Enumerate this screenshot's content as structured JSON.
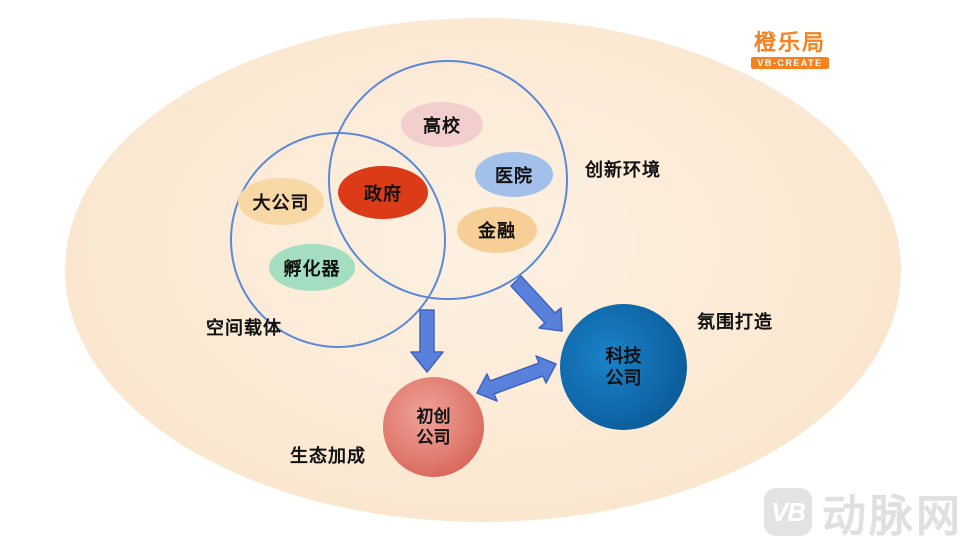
{
  "logo": {
    "brand": "橙乐局",
    "sub": "VB-CREATE"
  },
  "watermark": {
    "badge": "VB",
    "name": "动脉网"
  },
  "diagram": {
    "region_labels": {
      "innovation": "创新环境",
      "space": "空间载体",
      "atmosphere": "氛围打造",
      "ecosystem": "生态加成"
    },
    "nodes": {
      "university": {
        "label": "高校",
        "color": "#F2CECC"
      },
      "hospital": {
        "label": "医院",
        "color": "#A3C0EA"
      },
      "government": {
        "label": "政府",
        "color": "#DB3B17"
      },
      "big_company": {
        "label": "大公司",
        "color": "#F8D8A4"
      },
      "finance": {
        "label": "金融",
        "color": "#F7CF96"
      },
      "incubator": {
        "label": "孵化器",
        "color": "#A4DEC1"
      }
    },
    "companies": {
      "tech": {
        "line1": "科技",
        "line2": "公司",
        "color": "#0F67A8"
      },
      "startup": {
        "line1": "初创",
        "line2": "公司",
        "color": "#E07A6E"
      }
    },
    "colors": {
      "background_ellipse": "#FBE7D0",
      "venn_stroke": "#5C88D8",
      "arrow_fill": "#5981DC",
      "arrow_stroke": "#3E63C3",
      "logo_orange": "#F5821F",
      "watermark_gray": "#E0E0E0"
    }
  }
}
